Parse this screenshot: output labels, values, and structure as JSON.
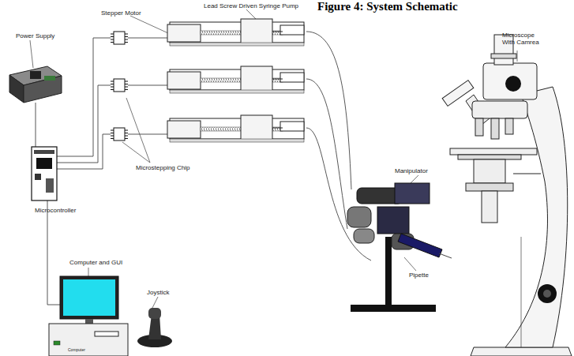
{
  "diagram": {
    "title": "Figure 4: System Schematic",
    "labels": [
      "Stepper Motor",
      "Lead Screw Driven Syringe Pump",
      "Power Supply",
      "Microstepping Chip",
      "Microcontroller",
      "Manipulator",
      "Microscope With Camrea",
      "Computer and GUI",
      "Joystick",
      "Pipette",
      "Computer"
    ]
  }
}
